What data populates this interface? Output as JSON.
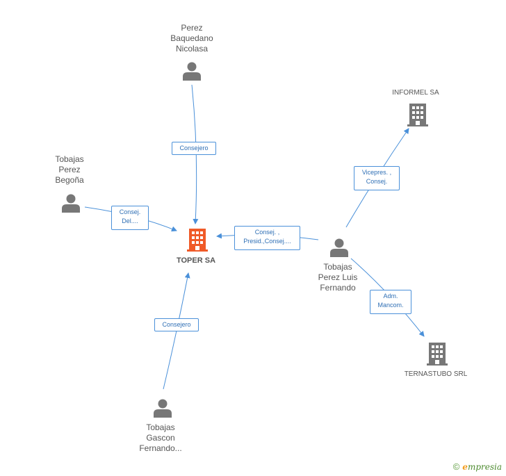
{
  "nodes": {
    "perez_baquedano": {
      "lines": [
        "Perez",
        "Baquedano",
        "Nicolasa"
      ],
      "icon": "person-icon"
    },
    "tobajas_begona": {
      "lines": [
        "Tobajas",
        "Perez",
        "Begoña"
      ],
      "icon": "person-icon"
    },
    "toper": {
      "label": "TOPER SA",
      "icon": "building-icon",
      "color": "#f05a28"
    },
    "informel": {
      "label": "INFORMEL SA",
      "icon": "building-icon"
    },
    "tobajas_luis": {
      "lines": [
        "Tobajas",
        "Perez Luis",
        "Fernando"
      ],
      "icon": "person-icon"
    },
    "ternastubo": {
      "label": "TERNASTUBO SRL",
      "icon": "building-icon"
    },
    "tobajas_gascon": {
      "lines": [
        "Tobajas",
        "Gascon",
        "Fernando..."
      ],
      "icon": "person-icon"
    }
  },
  "edges": {
    "baquedano_toper": {
      "lines": [
        "Consejero"
      ]
    },
    "begona_toper": {
      "lines": [
        "Consej.",
        "Del...."
      ]
    },
    "luis_toper": {
      "lines": [
        "Consej. ,",
        "Presid.,Consej...."
      ]
    },
    "luis_informel": {
      "lines": [
        "Vicepres. ,",
        "Consej."
      ]
    },
    "luis_ternastubo": {
      "lines": [
        "Adm.",
        "Mancom."
      ]
    },
    "gascon_toper": {
      "lines": [
        "Consejero"
      ]
    }
  },
  "colors": {
    "edge": "#4a90d9",
    "node_gray": "#777777",
    "accent": "#f05a28"
  },
  "brand": {
    "copyright": "©",
    "e": "e",
    "rest": "mpresia"
  }
}
